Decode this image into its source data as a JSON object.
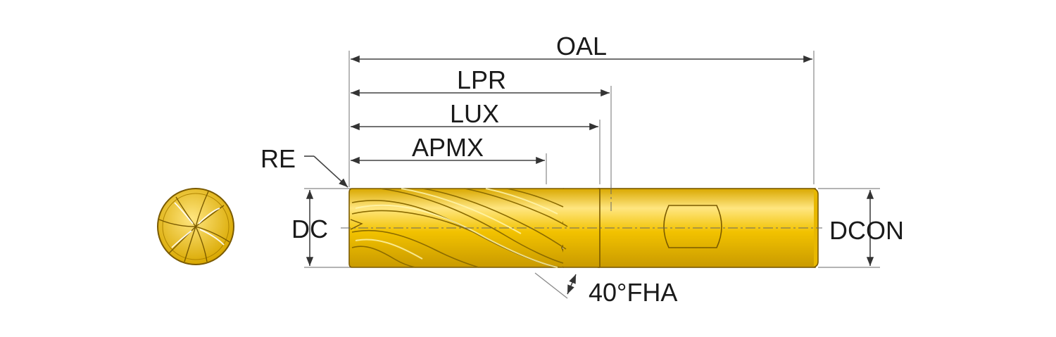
{
  "labels": {
    "oal": "OAL",
    "lpr": "LPR",
    "lux": "LUX",
    "apmx": "APMX",
    "re": "RE",
    "dc": "DC",
    "dcon": "DCON",
    "fha": "40°FHA"
  },
  "colors": {
    "tool_gold": "#f2c200",
    "tool_gold_light": "#ffe680",
    "tool_gold_dark": "#c99a00",
    "line": "#444444"
  }
}
